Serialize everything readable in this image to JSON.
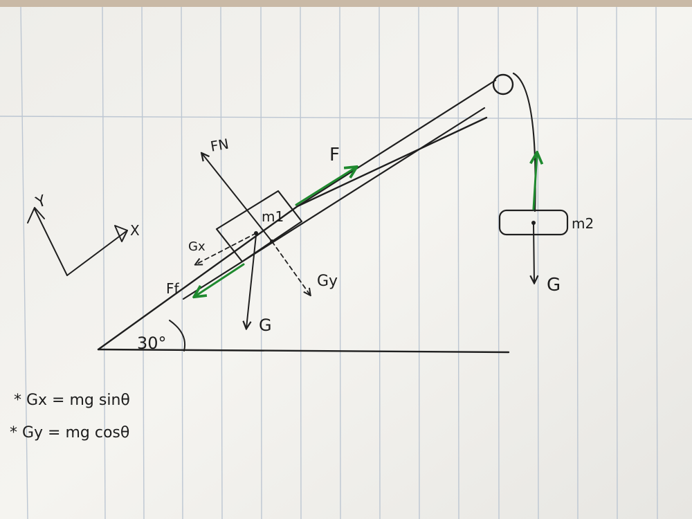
{
  "diagram": {
    "labels": {
      "y_axis": "Y",
      "x_axis": "X",
      "normal_force": "FN",
      "pull_force": "F",
      "mass1": "m1",
      "mass2": "m2",
      "gx": "Gx",
      "gy": "Gy",
      "friction": "Ff",
      "gravity_m1": "G",
      "gravity_m2": "G",
      "angle": "30°"
    },
    "notes": [
      "* Gx = mg sinθ",
      "* Gy = mg cosθ"
    ],
    "colors": {
      "paper": "#f4f3ef",
      "ruling": "#b9c3cf",
      "ink": "#1f1f1f",
      "green_arrow": "#1f8a2f"
    }
  }
}
